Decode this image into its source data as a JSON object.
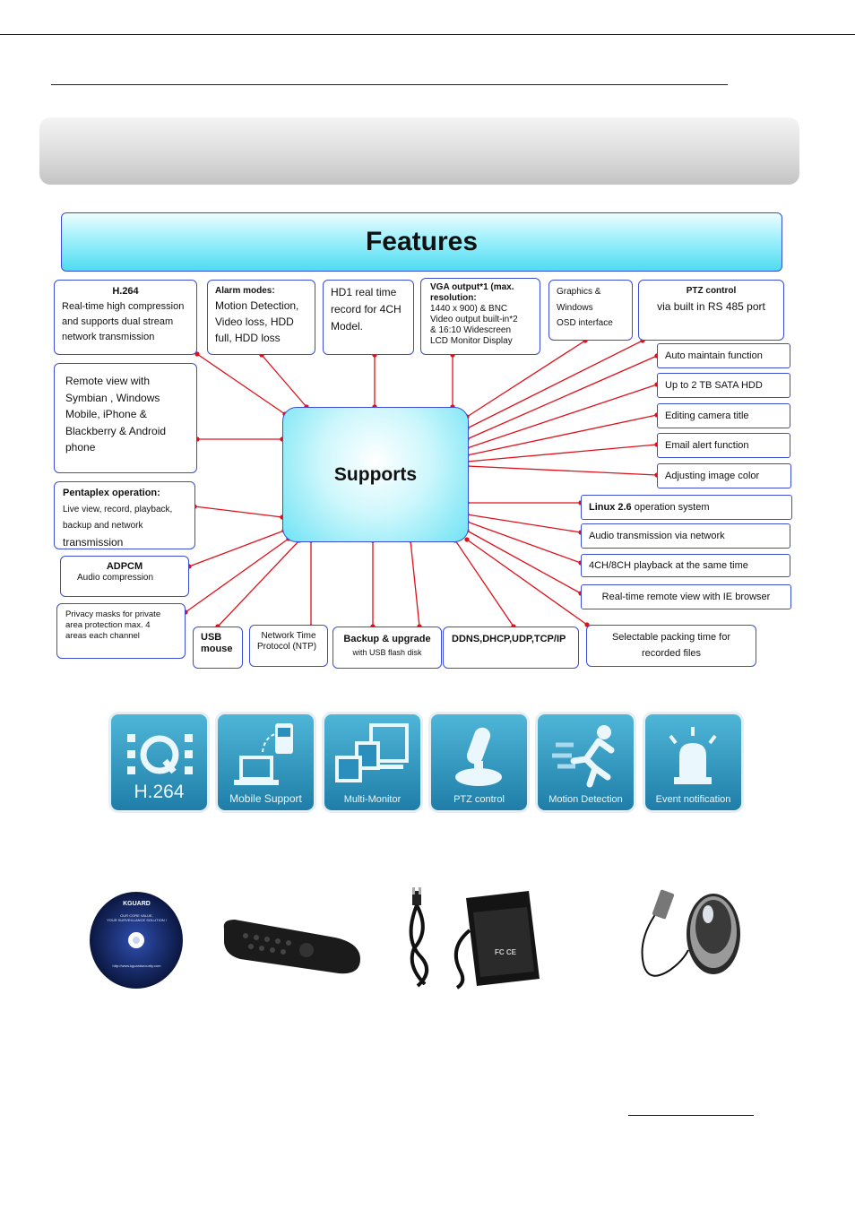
{
  "diagram": {
    "title": "Features",
    "hub": "Supports",
    "top": {
      "h264": {
        "head": "H.264",
        "lines": [
          "Real-time high compression",
          "and supports dual stream",
          "network transmission"
        ]
      },
      "alarm": {
        "head": "Alarm modes:",
        "lines": [
          "Motion Detection,",
          "Video loss, HDD",
          "full, HDD loss"
        ]
      },
      "hd1": {
        "lines": [
          "HD1 real time",
          "record for 4CH",
          "Model."
        ]
      },
      "vga": {
        "head": "VGA output*1 (max. resolution:",
        "lines": [
          "1440 x 900) & BNC",
          "Video output built-in*2",
          "& 16:10 Widescreen",
          "LCD Monitor Display"
        ]
      },
      "graphics": {
        "lines": [
          "Graphics &",
          "Windows",
          "OSD interface"
        ]
      },
      "ptz": {
        "head": "PTZ control",
        "lines": [
          "via built in RS 485 port"
        ]
      }
    },
    "left": {
      "remote": {
        "lines": [
          "Remote view with",
          "Symbian , Windows",
          "Mobile, iPhone &",
          "Blackberry & Android",
          "phone"
        ]
      },
      "pentaplex": {
        "head": "Pentaplex operation:",
        "lines": [
          "Live view, record, playback,",
          "backup and network"
        ],
        "last": "transmission"
      },
      "adpcm": {
        "head": "ADPCM",
        "sub": "Audio compression"
      },
      "privacy": {
        "lines": [
          "Privacy masks for private",
          "area protection max. 4",
          "areas each channel"
        ]
      }
    },
    "bottom": {
      "usb": {
        "lines": [
          "USB",
          "mouse"
        ]
      },
      "ntp": {
        "lines": [
          "Network Time",
          "Protocol (NTP)"
        ]
      },
      "backup": {
        "head": "Backup & upgrade",
        "sub": "with USB flash disk"
      },
      "ddns": "DDNS,DHCP,UDP,TCP/IP",
      "packing": {
        "lines": [
          "Selectable packing time for",
          "recorded files"
        ]
      }
    },
    "right": {
      "auto": "Auto maintain function",
      "sata": "Up to 2 TB SATA HDD",
      "camera": "Editing camera title",
      "email": "Email alert function",
      "color": "Adjusting image color",
      "linux_bold": "Linux 2.6",
      "linux_rest": " operation system",
      "audio": "Audio transmission via network",
      "playback": "4CH/8CH playback at the same time",
      "ie": "Real-time remote view with IE browser"
    }
  },
  "icons": [
    {
      "label": "H.264",
      "icon": "quicktime-icon"
    },
    {
      "label": "Mobile Support",
      "icon": "laptop-phone-icon"
    },
    {
      "label": "Multi-Monitor",
      "icon": "monitors-icon"
    },
    {
      "label": "PTZ control",
      "icon": "joystick-icon"
    },
    {
      "label": "Motion Detection",
      "icon": "running-person-icon"
    },
    {
      "label": "Event notification",
      "icon": "alarm-light-icon"
    }
  ],
  "accessories": {
    "cd_brand": "KGUARD",
    "cd_line1": "OUR CORE VALUE,",
    "cd_line2": "YOUR SURVEILLANCE SOLUTION !",
    "cd_url": "http://www.kguardsecurity.com",
    "adapter_mark": "FC CE"
  },
  "colors": {
    "line": "#e0101a",
    "border": "#3b4dd6",
    "hub": "#6fe3f4",
    "icon": "#2a8fbd"
  }
}
